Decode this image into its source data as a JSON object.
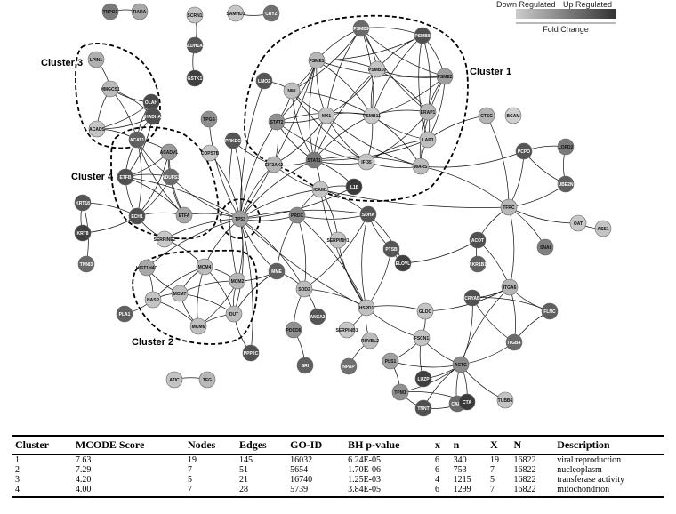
{
  "legend": {
    "down": "Down Regulated",
    "up": "Up Regulated",
    "axis": "Fold Change",
    "gradient_start": "#cccccc",
    "gradient_end": "#333333"
  },
  "clusters": [
    {
      "id": "cluster-1",
      "label": "Cluster 1"
    },
    {
      "id": "cluster-2",
      "label": "Cluster 2"
    },
    {
      "id": "cluster-3",
      "label": "Cluster 3"
    },
    {
      "id": "cluster-4",
      "label": "Cluster 4"
    }
  ],
  "nodes": [
    {
      "id": "TNPO3",
      "label": "TNPO3",
      "shade": "#7a7a7a"
    },
    {
      "id": "RARA",
      "label": "RARA",
      "shade": "#a8a8a8"
    },
    {
      "id": "SCRN1",
      "label": "SCRN1",
      "shade": "#c4c4c4"
    },
    {
      "id": "ALDH1A3",
      "label": "ALDH1A3",
      "shade": "#555555"
    },
    {
      "id": "GSTK1",
      "label": "GSTK1",
      "shade": "#404040"
    },
    {
      "id": "SAMHD1",
      "label": "SAMHD1",
      "shade": "#c8c8c8"
    },
    {
      "id": "CRYZ",
      "label": "CRYZ",
      "shade": "#707070"
    },
    {
      "id": "LPIN1",
      "label": "LPIN1",
      "shade": "#b0b0b0"
    },
    {
      "id": "HMGCS1",
      "label": "HMGCS1",
      "shade": "#bcbcbc"
    },
    {
      "id": "OLAH",
      "label": "OLAH",
      "shade": "#4a4a4a"
    },
    {
      "id": "HADHA",
      "label": "HADHA",
      "shade": "#505050"
    },
    {
      "id": "ACADS",
      "label": "ACADS",
      "shade": "#c6c6c6"
    },
    {
      "id": "ACAT1",
      "label": "ACAT1",
      "shade": "#606060"
    },
    {
      "id": "PSMB9",
      "label": "PSMB9",
      "shade": "#6a6a6a"
    },
    {
      "id": "PSMB8",
      "label": "PSMB8",
      "shade": "#505050"
    },
    {
      "id": "PSME1",
      "label": "PSME1",
      "shade": "#b8b8b8"
    },
    {
      "id": "PSMB10",
      "label": "PSMB10",
      "shade": "#c4c4c4"
    },
    {
      "id": "PSME2",
      "label": "PSME2",
      "shade": "#a0a0a0"
    },
    {
      "id": "LMO2",
      "label": "LMO2",
      "shade": "#555555"
    },
    {
      "id": "NMI",
      "label": "NMI",
      "shade": "#c0c0c0"
    },
    {
      "id": "MX1",
      "label": "MX1",
      "shade": "#c2c2c2"
    },
    {
      "id": "PSMB11",
      "label": "PSMB11",
      "shade": "#c8c8c8"
    },
    {
      "id": "ERAP1",
      "label": "ERAP1",
      "shade": "#b8b8b8"
    },
    {
      "id": "STAT2",
      "label": "STAT2",
      "shade": "#909090"
    },
    {
      "id": "CTSC",
      "label": "CTSC",
      "shade": "#b4b4b4"
    },
    {
      "id": "BCAM",
      "label": "BCAM",
      "shade": "#d0d0d0"
    },
    {
      "id": "LAP3",
      "label": "LAP3",
      "shade": "#c0c0c0"
    },
    {
      "id": "TPGS",
      "label": "TPGS",
      "shade": "#909090"
    },
    {
      "id": "PRKDC",
      "label": "PRKDC",
      "shade": "#555555"
    },
    {
      "id": "COPS7B",
      "label": "COPS7B",
      "shade": "#c6c6c6"
    },
    {
      "id": "EIF2AK2",
      "label": "EIF2AK2",
      "shade": "#b4b4b4"
    },
    {
      "id": "STAT1",
      "label": "STAT1",
      "shade": "#7a7a7a"
    },
    {
      "id": "IFI35",
      "label": "IFI35",
      "shade": "#c4c4c4"
    },
    {
      "id": "WARS",
      "label": "WARS",
      "shade": "#bcbcbc"
    },
    {
      "id": "PCPO",
      "label": "PCPO",
      "shade": "#555555"
    },
    {
      "id": "LOPD2",
      "label": "LOPD2",
      "shade": "#7a7a7a"
    },
    {
      "id": "ACADVL",
      "label": "ACADVL",
      "shade": "#9a9a9a"
    },
    {
      "id": "ETFB",
      "label": "ETFB",
      "shade": "#505050"
    },
    {
      "id": "NDUFS3",
      "label": "NDUFS3",
      "shade": "#6a6a6a"
    },
    {
      "id": "ETFA",
      "label": "ETFA",
      "shade": "#a8a8a8"
    },
    {
      "id": "ECH1",
      "label": "ECH1",
      "shade": "#505050"
    },
    {
      "id": "UBE2N",
      "label": "UBE2N",
      "shade": "#606060"
    },
    {
      "id": "KRT18",
      "label": "KRT18",
      "shade": "#555555"
    },
    {
      "id": "KRT8",
      "label": "KRT8",
      "shade": "#404040"
    },
    {
      "id": "TP53",
      "label": "TP53",
      "shade": "#a0a0a0"
    },
    {
      "id": "ICAM1",
      "label": "ICAM1",
      "shade": "#c4c4c4"
    },
    {
      "id": "IL1B",
      "label": "IL1B",
      "shade": "#3a3a3a"
    },
    {
      "id": "TFRC",
      "label": "TFRC",
      "shade": "#b8b8b8"
    },
    {
      "id": "OAT",
      "label": "OAT",
      "shade": "#c8c8c8"
    },
    {
      "id": "ASS1",
      "label": "ASS1",
      "shade": "#c4c4c4"
    },
    {
      "id": "SERPINE2",
      "label": "SERPINE2",
      "shade": "#c8c8c8"
    },
    {
      "id": "TNNI3",
      "label": "TNNI3",
      "shade": "#6a6a6a"
    },
    {
      "id": "PRDX",
      "label": "PRDX",
      "shade": "#8a8a8a"
    },
    {
      "id": "SDHA",
      "label": "SDHA",
      "shade": "#555555"
    },
    {
      "id": "SERPINH1",
      "label": "SERPINH1",
      "shade": "#c4c4c4"
    },
    {
      "id": "PTSB",
      "label": "PTSB",
      "shade": "#555555"
    },
    {
      "id": "ELOVL",
      "label": "ELOVL",
      "shade": "#404040"
    },
    {
      "id": "ACOT",
      "label": "ACOT",
      "shade": "#505050"
    },
    {
      "id": "AKR1B1",
      "label": "AKR1B1",
      "shade": "#606060"
    },
    {
      "id": "SNAI",
      "label": "SNAI",
      "shade": "#808080"
    },
    {
      "id": "HIST1H4C",
      "label": "HIST1H4C",
      "shade": "#a8a8a8"
    },
    {
      "id": "MCM4",
      "label": "MCM4",
      "shade": "#bcbcbc"
    },
    {
      "id": "MCM7",
      "label": "MCM7",
      "shade": "#c0c0c0"
    },
    {
      "id": "MCM2",
      "label": "MCM2",
      "shade": "#b8b8b8"
    },
    {
      "id": "NASP",
      "label": "NASP",
      "shade": "#c4c4c4"
    },
    {
      "id": "PLA1",
      "label": "PLA1",
      "shade": "#606060"
    },
    {
      "id": "MCM6",
      "label": "MCM6",
      "shade": "#c0c0c0"
    },
    {
      "id": "DUT",
      "label": "DUT",
      "shade": "#bcbcbc"
    },
    {
      "id": "MME",
      "label": "MME",
      "shade": "#606060"
    },
    {
      "id": "SOD2",
      "label": "SOD2",
      "shade": "#bcbcbc"
    },
    {
      "id": "ANXA2",
      "label": "ANXA2",
      "shade": "#555555"
    },
    {
      "id": "HSPD1",
      "label": "HSPD1",
      "shade": "#c0c0c0"
    },
    {
      "id": "GLDC",
      "label": "GLDC",
      "shade": "#c4c4c4"
    },
    {
      "id": "ITGA6",
      "label": "ITGA6",
      "shade": "#b4b4b4"
    },
    {
      "id": "CRYAB",
      "label": "CRYAB",
      "shade": "#505050"
    },
    {
      "id": "FLNC",
      "label": "FLNC",
      "shade": "#606060"
    },
    {
      "id": "ITGB4",
      "label": "ITGB4",
      "shade": "#6a6a6a"
    },
    {
      "id": "PDCD6",
      "label": "PDCD6",
      "shade": "#909090"
    },
    {
      "id": "SERPINB1",
      "label": "SERPINB1",
      "shade": "#c8c8c8"
    },
    {
      "id": "RUVBL2",
      "label": "RUVBL2",
      "shade": "#bcbcbc"
    },
    {
      "id": "FSCN1",
      "label": "FSCN1",
      "shade": "#c4c4c4"
    },
    {
      "id": "NPAP",
      "label": "NPAP",
      "shade": "#707070"
    },
    {
      "id": "SRI",
      "label": "SRI",
      "shade": "#606060"
    },
    {
      "id": "ACTG",
      "label": "ACTG",
      "shade": "#8a8a8a"
    },
    {
      "id": "PPP2C",
      "label": "PPP2C",
      "shade": "#505050"
    },
    {
      "id": "PLS1",
      "label": "PLS1",
      "shade": "#a0a0a0"
    },
    {
      "id": "LUZP",
      "label": "LUZP",
      "shade": "#404040"
    },
    {
      "id": "CAP1",
      "label": "CAP1",
      "shade": "#6a6a6a"
    },
    {
      "id": "TPM1",
      "label": "TPM1",
      "shade": "#909090"
    },
    {
      "id": "TNNT",
      "label": "TNNT",
      "shade": "#505050"
    },
    {
      "id": "CTA",
      "label": "CTA",
      "shade": "#3a3a3a"
    },
    {
      "id": "TUBB6",
      "label": "TUBB6",
      "shade": "#c4c4c4"
    },
    {
      "id": "ATIC",
      "label": "ATIC",
      "shade": "#c4c4c4"
    },
    {
      "id": "TFG",
      "label": "TFG",
      "shade": "#b8b8b8"
    }
  ],
  "table": {
    "headers": [
      "Cluster",
      "MCODE Score",
      "Nodes",
      "Edges",
      "GO-ID",
      "BH p-value",
      "x",
      "n",
      "X",
      "N",
      "Description"
    ],
    "rows": [
      [
        "1",
        "7.63",
        "19",
        "145",
        "16032",
        "6.24E-05",
        "6",
        "340",
        "19",
        "16822",
        "viral reproduction"
      ],
      [
        "2",
        "7.29",
        "7",
        "51",
        "5654",
        "1.70E-06",
        "6",
        "753",
        "7",
        "16822",
        "nucleoplasm"
      ],
      [
        "3",
        "4.20",
        "5",
        "21",
        "16740",
        "1.25E-03",
        "4",
        "1215",
        "5",
        "16822",
        "transferase activity"
      ],
      [
        "4",
        "4.00",
        "7",
        "28",
        "5739",
        "3.84E-05",
        "6",
        "1299",
        "7",
        "16822",
        "mitochondrion"
      ]
    ]
  }
}
